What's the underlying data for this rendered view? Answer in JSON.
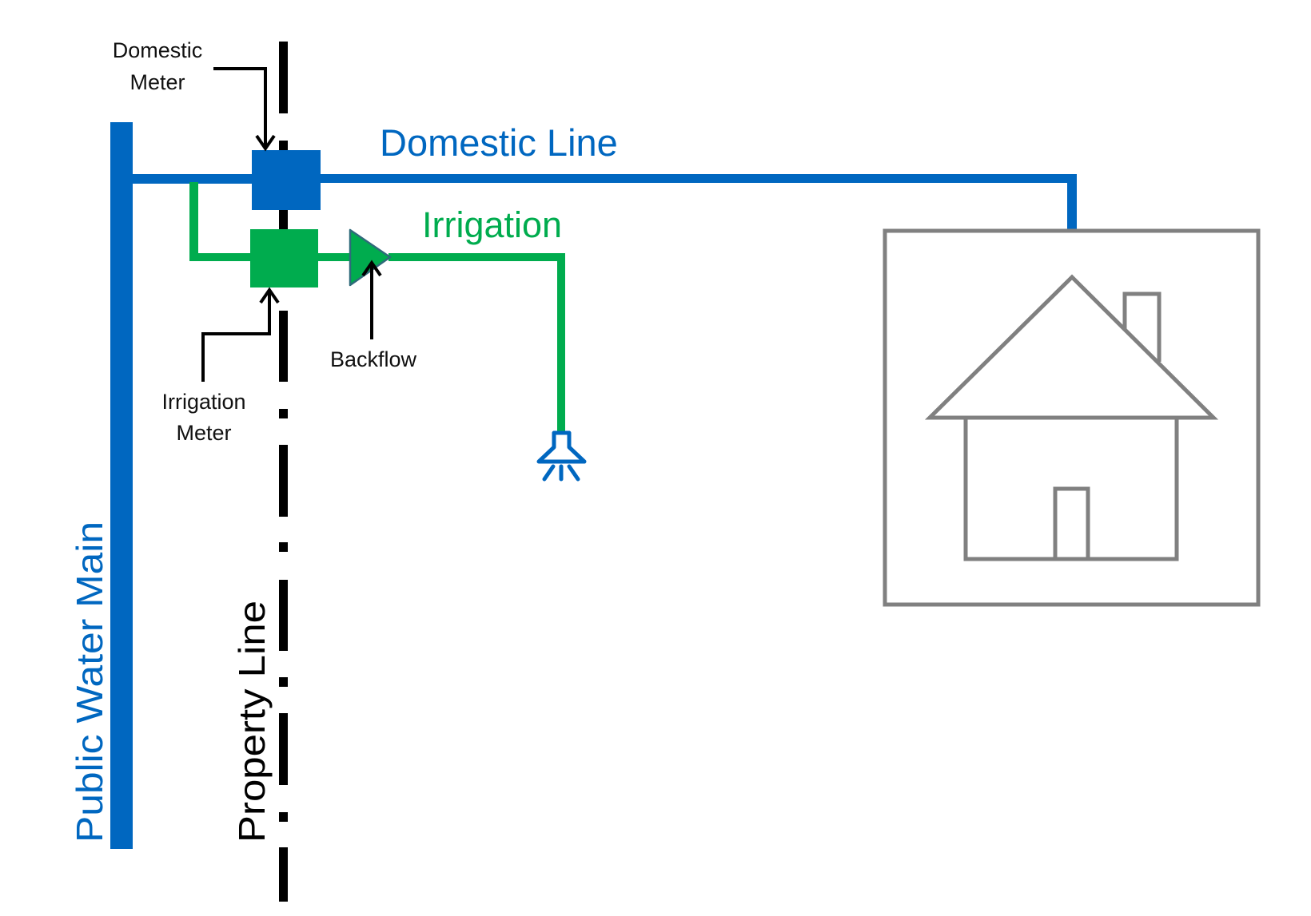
{
  "diagram": {
    "title": "Domestic and irrigation water service connection",
    "colors": {
      "domestic": "#0067C0",
      "irrigation": "#00AC4E",
      "property_line": "#000000",
      "house": "#808080",
      "label": "#111111",
      "backflow_outline": "#2F6A7A",
      "background": "#FFFFFF"
    },
    "labels": {
      "public_water_main": "Public Water Main",
      "property_line": "Property Line",
      "domestic_meter_line1": "Domestic",
      "domestic_meter_line2": "Meter",
      "domestic_line": "Domestic Line",
      "irrigation": "Irrigation",
      "backflow": "Backflow",
      "irrigation_meter_line1": "Irrigation",
      "irrigation_meter_line2": "Meter"
    },
    "nodes": [
      {
        "id": "public-water-main",
        "type": "pipe-main",
        "label": "Public Water Main"
      },
      {
        "id": "domestic-meter",
        "type": "meter",
        "label": "Domestic Meter"
      },
      {
        "id": "irrigation-meter",
        "type": "meter",
        "label": "Irrigation Meter"
      },
      {
        "id": "backflow",
        "type": "backflow-preventer",
        "label": "Backflow"
      },
      {
        "id": "sprinkler",
        "type": "sprinkler-head-icon"
      },
      {
        "id": "house",
        "type": "building-icon"
      }
    ],
    "edges": [
      {
        "from": "public-water-main",
        "to": "domestic-meter",
        "line": "domestic"
      },
      {
        "from": "domestic-meter",
        "to": "house",
        "line": "domestic",
        "label": "Domestic Line"
      },
      {
        "from": "public-water-main",
        "to": "irrigation-meter",
        "line": "irrigation"
      },
      {
        "from": "irrigation-meter",
        "to": "backflow",
        "line": "irrigation"
      },
      {
        "from": "backflow",
        "to": "sprinkler",
        "line": "irrigation",
        "label": "Irrigation"
      }
    ]
  }
}
